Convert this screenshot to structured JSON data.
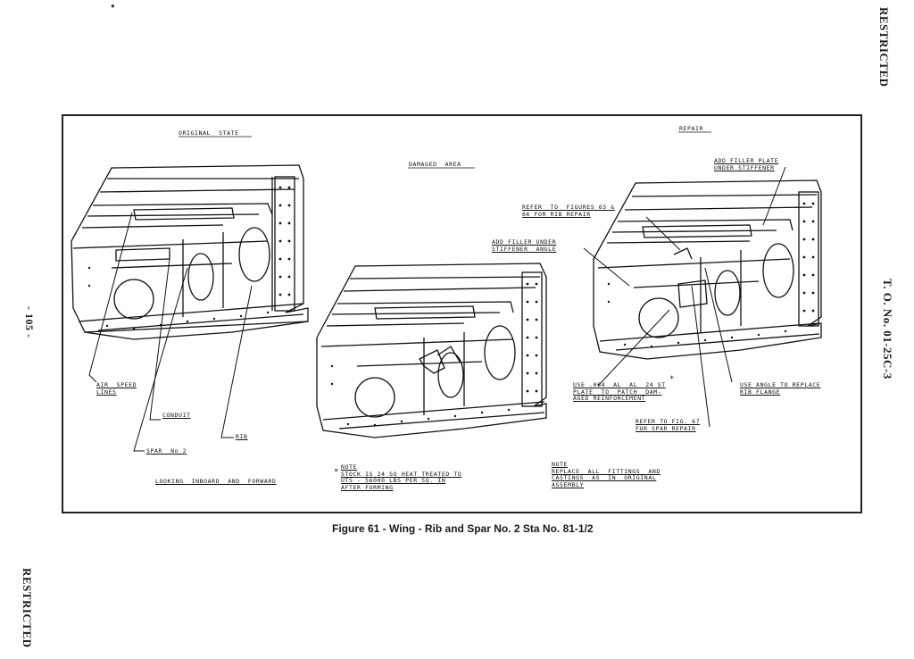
{
  "header": {
    "restricted_top": "RESTRICTED",
    "restricted_bottom": "RESTRICTED",
    "to_number": "T. O. No. 01-25C-3",
    "page_number": "- 105 -"
  },
  "figure": {
    "panel_titles": {
      "original": "ORIGINAL  STATE",
      "damaged": "DAMAGED  AREA",
      "repair": "REPAIR"
    },
    "callouts_left": {
      "air_speed": "AIR  SPEED\nLINES",
      "conduit": "CONDUIT",
      "rib": "RIB",
      "spar": "SPAR  No 2",
      "looking": "LOOKING  INBOARD  AND  FORWARD"
    },
    "callouts_repair": {
      "add_filler_plate": "ADD FILLER PLATE\nUNDER STIFFENER",
      "refer_fig_65": "REFER  TO  FIGURES 65 &\n66 FOR RIB REPAIR",
      "add_filler_angle": "ADD FILLER UNDER\nSTIFFENER  ANGLE",
      "use_064": "USE .064  AL  AL  24 ST\nPLATE  TO  PATCH  DAM-\nAGED REINFORCEMENT",
      "use_angle": "USE ANGLE TO REPLACE\nRIB FLANGE",
      "refer_fig_67": "REFER TO FIG. 67\nFOR SPAR REPAIR"
    },
    "note_heat": "NOTE\nSTOCK IS 24 SO HEAT TREATED TO\nUTS - 56000 LBS PER SQ. IN\nAFTER FORMING",
    "note_heat_marker": "*",
    "note_replace": "NOTE\nREPLACE  ALL  FITTINGS  AND\nCASTINGS  AS  IN  ORIGINAL\nASSEMBLY",
    "caption": "Figure 61 - Wing - Rib and Spar No. 2 Sta  No. 81-1/2"
  }
}
